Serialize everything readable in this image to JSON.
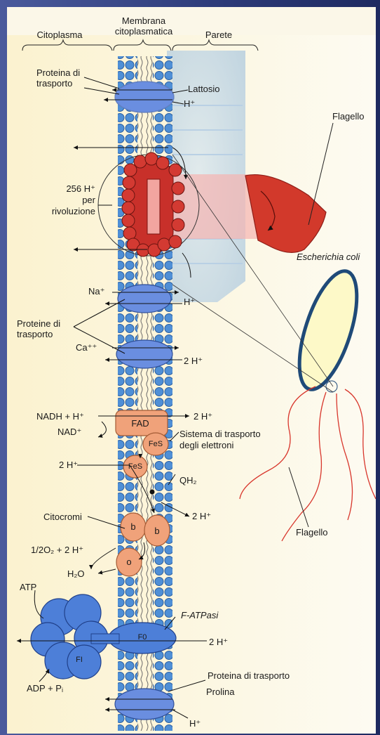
{
  "header": {
    "citoplasma": "Citoplasma",
    "membrana_line1": "Membrana",
    "membrana_line2": "citoplasmatica",
    "parete": "Parete"
  },
  "labels": {
    "proteina_trasporto_1": "Proteina di",
    "proteina_trasporto_2": "trasporto",
    "lattosio": "Lattosio",
    "h_plus_1": "H⁺",
    "flagello_top": "Flagello",
    "rot_1": "256 H⁺",
    "rot_2": "per",
    "rot_3": "rivoluzione",
    "escherichia": "Escherichia coli",
    "na": "Na⁺",
    "h_plus_2": "H⁺",
    "proteine_trasporto_1": "Proteine di",
    "proteine_trasporto_2": "trasporto",
    "ca": "Ca⁺⁺",
    "two_h_1": "2 H⁺",
    "nadh": "NADH + H⁺",
    "nad": "NAD⁺",
    "two_h_2": "2 H⁺",
    "fad": "FAD",
    "fes_1": "FeS",
    "fes_2": "FeS",
    "sistema_1": "Sistema di trasporto",
    "sistema_2": "degli elettroni",
    "two_h_3": "2 H⁺",
    "qh2": "QH₂",
    "citocromi": "Citocromi",
    "cyt_b1": "b",
    "cyt_b2": "b",
    "cyt_o": "o",
    "two_h_4": "2 H⁺",
    "oxygen": "1/2O₂ + 2 H⁺",
    "water": "H₂O",
    "flagello_bottom": "Flagello",
    "atp": "ATP",
    "fatpasi": "F-ATPasi",
    "fo": "F0",
    "fi": "FI",
    "two_h_5": "2 H⁺",
    "proteina_trasporto_bottom": "Proteina di trasporto",
    "prolina": "Prolina",
    "adp": "ADP + Pᵢ",
    "h_plus_3": "H⁺"
  },
  "colors": {
    "membrane_head": "#4f8fd6",
    "transport_protein": "#6a8ee0",
    "motor": "#c8302a",
    "flagellum": "#d2392b",
    "etc_protein": "#f0a27a",
    "atp_synthase": "#4d7fd8",
    "cell_outline": "#1f4a78",
    "cell_fill": "#fdf9c8",
    "flagella_lines": "#d8362c"
  }
}
